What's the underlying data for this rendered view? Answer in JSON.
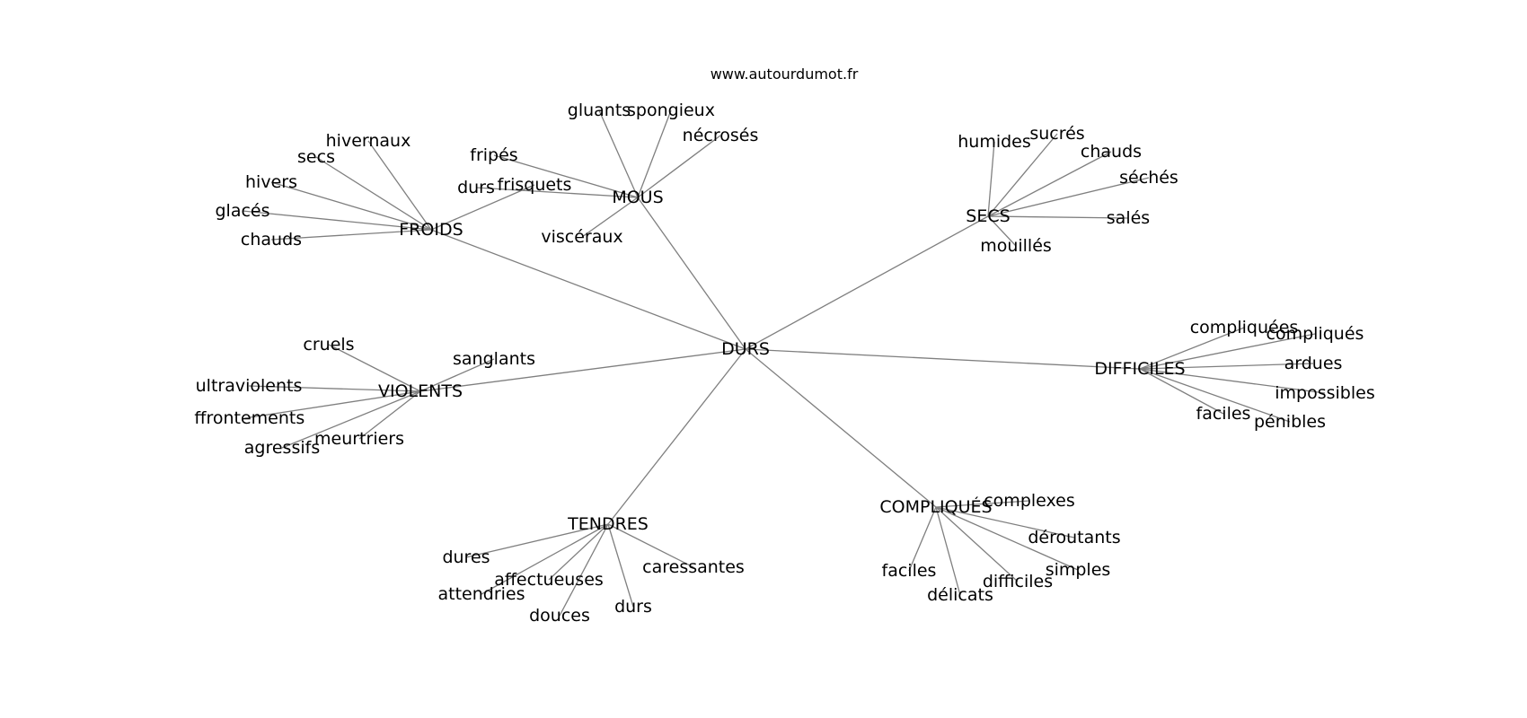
{
  "site": "www.autourdumot.fr",
  "root": "DURS",
  "groups": [
    {
      "word": "FROIDS",
      "children": [
        "hivernaux",
        "secs",
        "hivers",
        "glacés",
        "chauds",
        "frisquets"
      ]
    },
    {
      "word": "MOUS",
      "children": [
        "gluants",
        "spongieux",
        "nécrosés",
        "fripés",
        "durs",
        "viscéraux"
      ]
    },
    {
      "word": "SECS",
      "children": [
        "humides",
        "sucrés",
        "chauds",
        "séchés",
        "salés",
        "mouillés"
      ]
    },
    {
      "word": "VIOLENTS",
      "children": [
        "cruels",
        "sanglants",
        "ultraviolents",
        "affrontements",
        "agressifs",
        "meurtriers"
      ]
    },
    {
      "word": "DIFFICILES",
      "children": [
        "compliquées",
        "compliqués",
        "ardues",
        "impossibles",
        "faciles",
        "pénibles"
      ]
    },
    {
      "word": "TENDRES",
      "children": [
        "dures",
        "affectueuses",
        "attendries",
        "douces",
        "durs",
        "caressantes"
      ]
    },
    {
      "word": "COMPLIQUÉS",
      "children": [
        "complexes",
        "déroutants",
        "simples",
        "difficiles",
        "délicats",
        "faciles"
      ]
    }
  ]
}
